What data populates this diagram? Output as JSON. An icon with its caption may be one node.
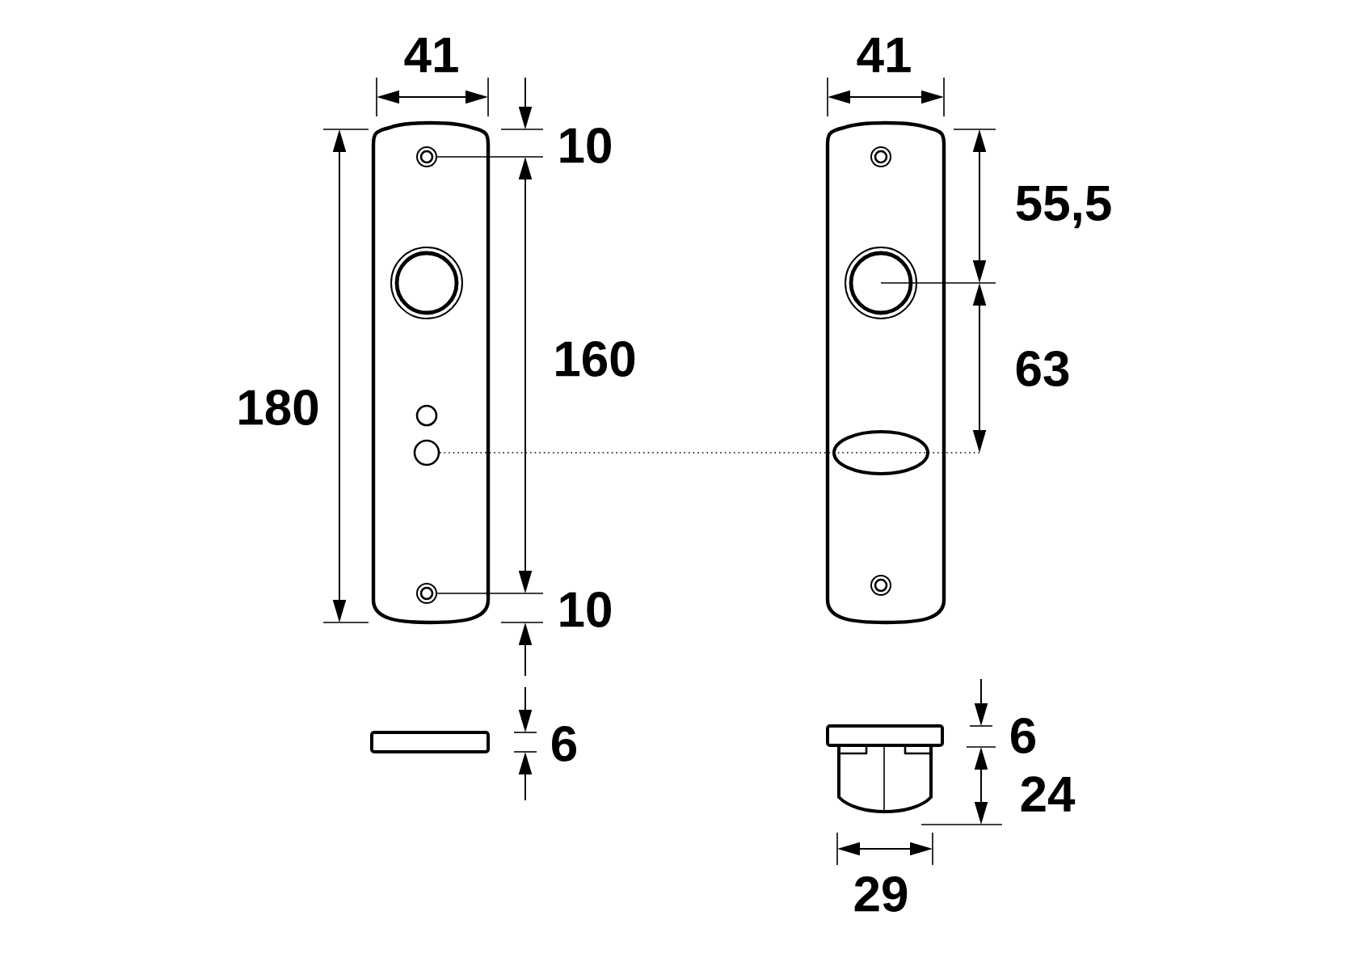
{
  "diagram": {
    "labels": [
      "41",
      "41",
      "10",
      "55,5",
      "160",
      "180",
      "63",
      "10",
      "6",
      "6",
      "24",
      "29"
    ]
  }
}
